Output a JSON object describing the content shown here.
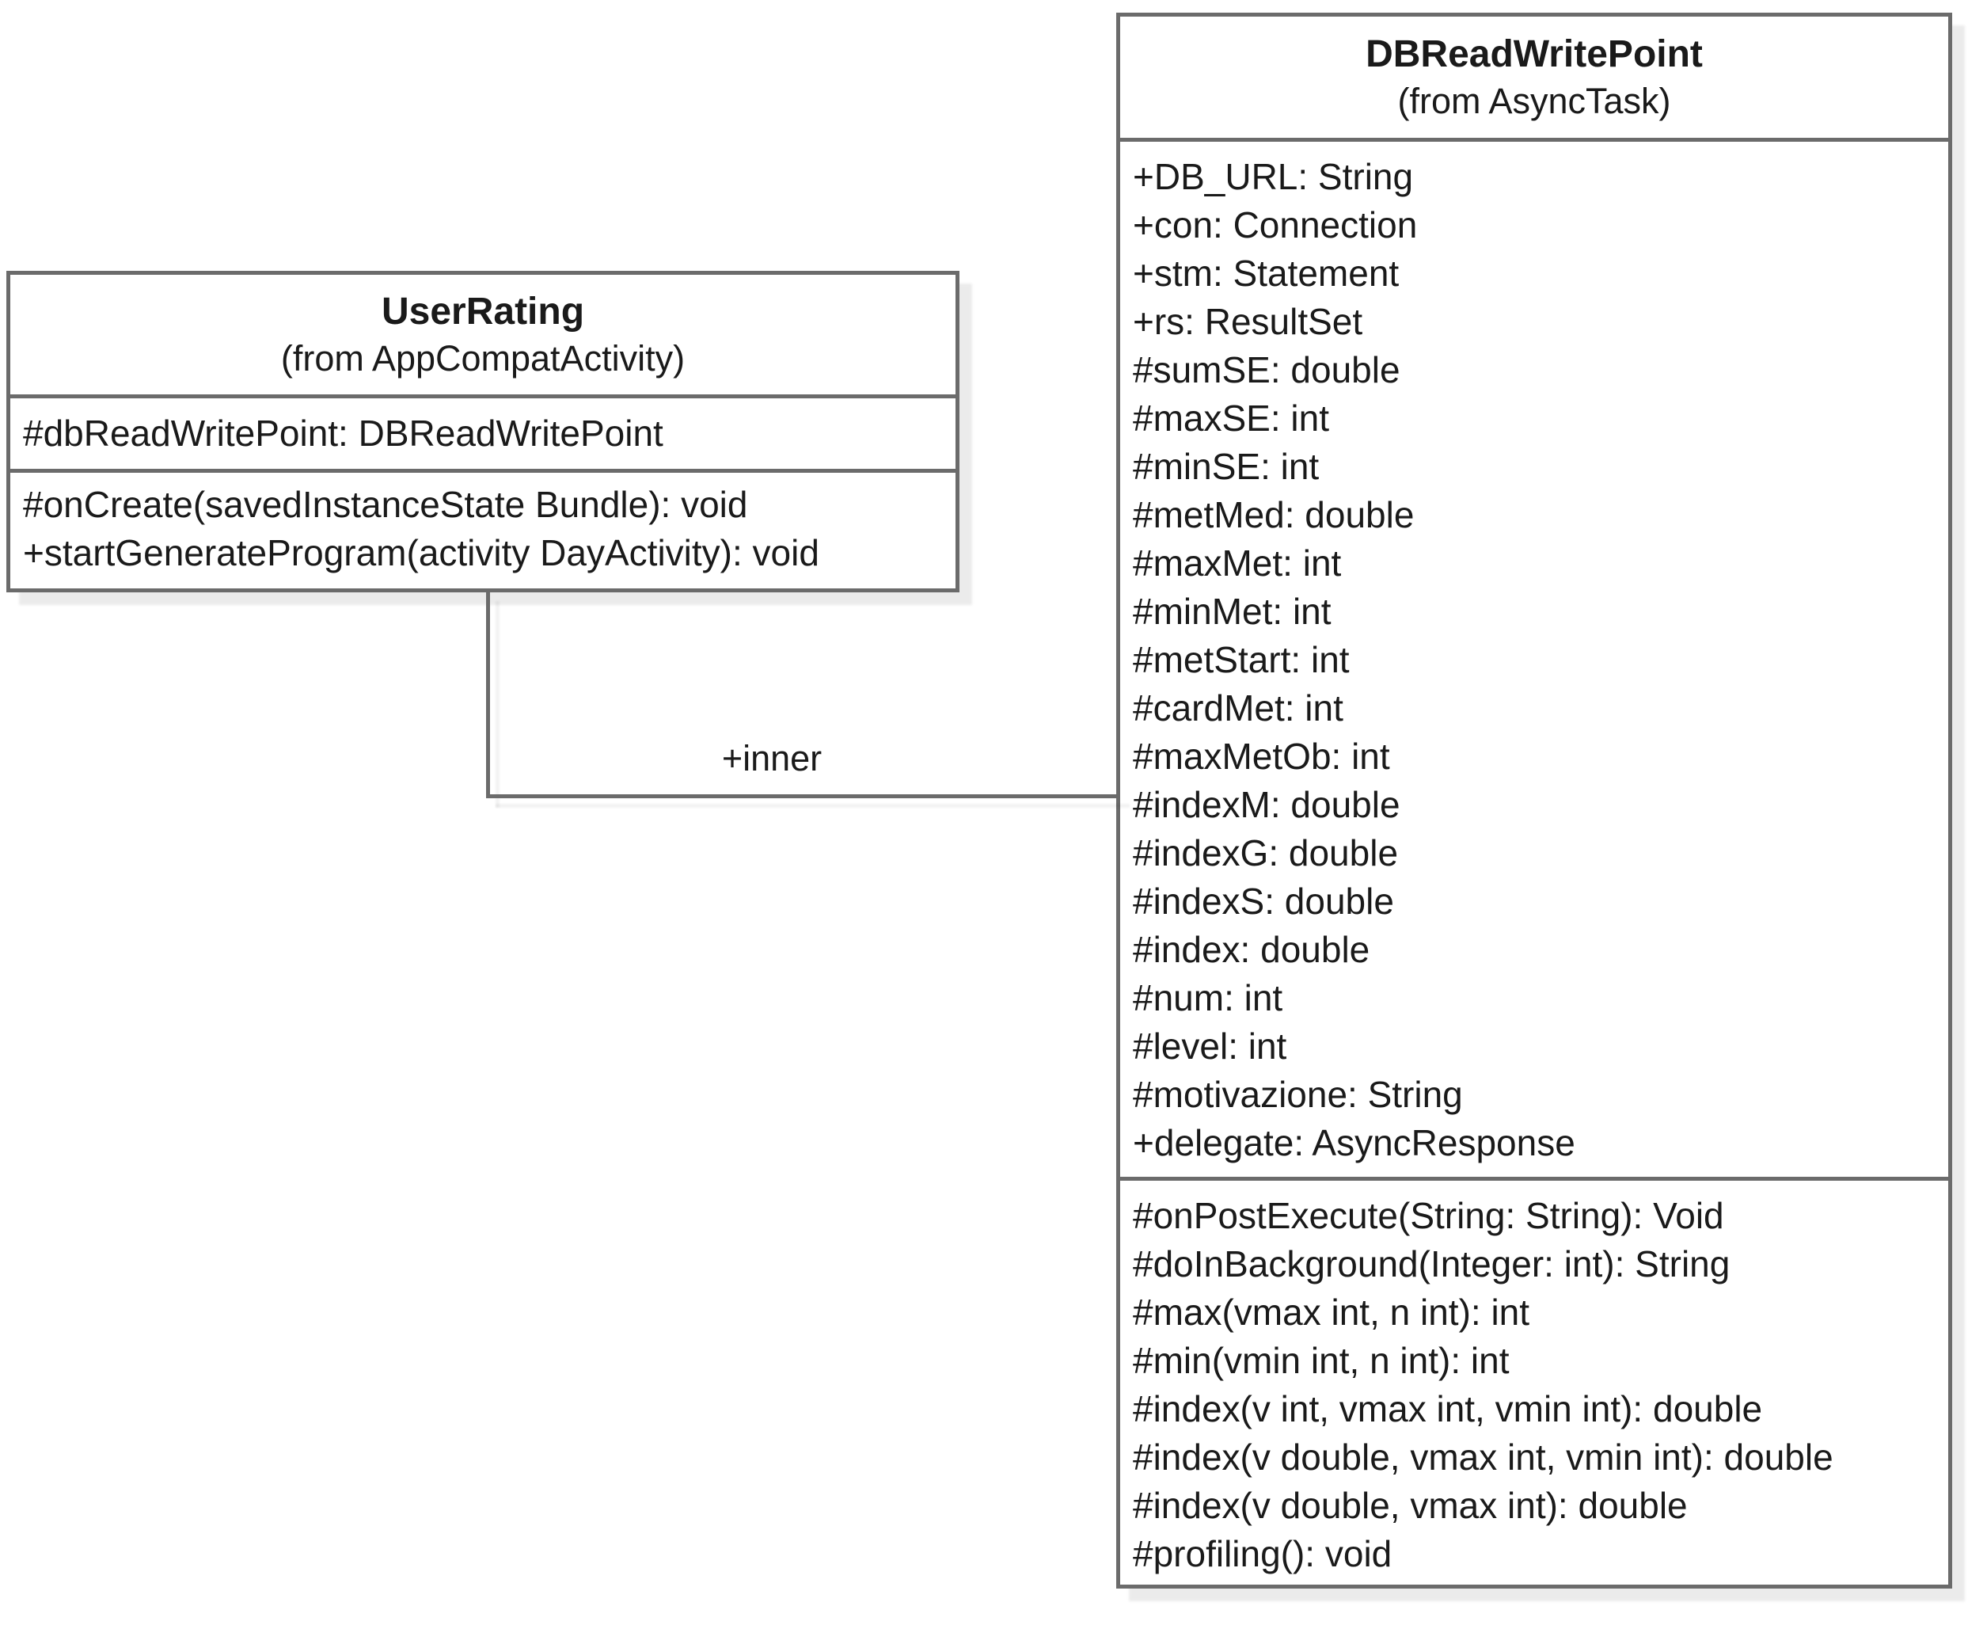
{
  "diagram": {
    "kind": "uml-class-diagram",
    "colors": {
      "border": "#6b6b6b",
      "text": "#1a1a1a",
      "background": "#ffffff"
    },
    "classes": [
      {
        "title": "UserRating",
        "stereotype": "(from AppCompatActivity)",
        "attributes": [
          "#dbReadWritePoint: DBReadWritePoint"
        ],
        "methods": [
          "#onCreate(savedInstanceState Bundle): void",
          "+startGenerateProgram(activity DayActivity): void"
        ]
      },
      {
        "title": "DBReadWritePoint",
        "stereotype": "(from AsyncTask)",
        "attributes": [
          "+DB_URL: String",
          "+con: Connection",
          "+stm: Statement",
          "+rs: ResultSet",
          "#sumSE: double",
          "#maxSE: int",
          "#minSE: int",
          "#metMed: double",
          "#maxMet: int",
          "#minMet: int",
          "#metStart: int",
          "#cardMet: int",
          "#maxMetOb: int",
          "#indexM: double",
          "#indexG: double",
          "#indexS: double",
          "#index: double",
          "#num: int",
          "#level: int",
          "#motivazione: String",
          "+delegate: AsyncResponse"
        ],
        "methods": [
          "#onPostExecute(String: String): Void",
          "#doInBackground(Integer: int): String",
          "#max(vmax int, n int): int",
          "#min(vmin int, n int): int",
          "#index(v int, vmax int, vmin int): double",
          "#index(v double, vmax int, vmin int): double",
          "#index(v double, vmax int): double",
          "#profiling(): void"
        ]
      }
    ],
    "connector": {
      "label": "+inner"
    }
  }
}
